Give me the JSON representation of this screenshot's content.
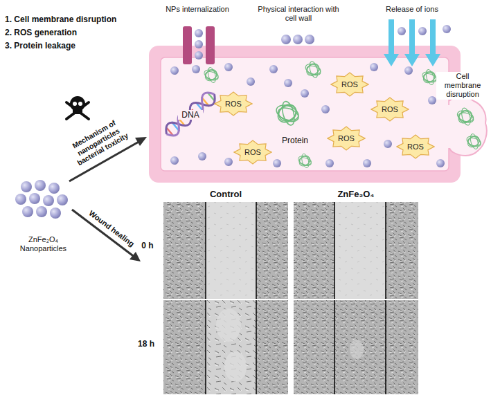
{
  "diagram": {
    "nodes": [
      {
        "text": [
          "ROS"
        ]
      },
      {
        "text": [
          "ROS"
        ]
      },
      {
        "text": [
          "ROS"
        ]
      },
      {
        "text": [
          "ROS"
        ]
      },
      {
        "text": [
          "ROS"
        ]
      },
      {
        "text": [
          "ROS"
        ]
      }
    ],
    "labels": [
      "1. Cell membrane disruption",
      "2. ROS generation",
      "3. Protein leakage",
      "NPs internalization",
      "Physical interaction with cell wall",
      "Release of ions",
      "Cell membrane disruption",
      "DNA",
      "Protein",
      "Mechanism of nanoparticles bacterial toxicity",
      "ZnFe₂O₄ Nanoparticles",
      "Wound healing",
      "Control",
      "ZnFe₂O₄",
      "0 h",
      "18 h"
    ]
  }
}
